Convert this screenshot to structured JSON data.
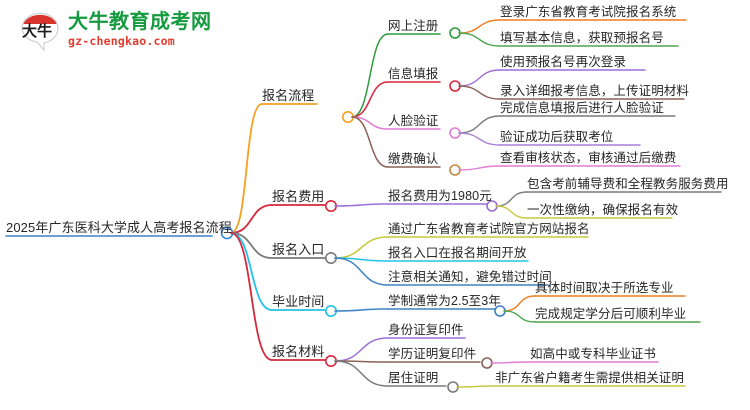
{
  "brand": {
    "badge_text": "大牛",
    "title": "大牛教育成考网",
    "subtitle": "gz-chengkao.com",
    "title_color": "#159B3F",
    "subtitle_color": "#E23B2E",
    "badge_color": "#D9342B"
  },
  "mindmap": {
    "root": {
      "label": "2025年广东医科大学成人高考报名流程",
      "node_color": "#2E86D8"
    },
    "branches": [
      {
        "label": "报名流程",
        "color": "#F5A01E",
        "node_color": "#F5A01E",
        "children": [
          {
            "label": "网上注册",
            "color": "#2E9B3E",
            "node_color": "#2E9B3E",
            "children": [
              {
                "label": "登录广东省教育考试院报名系统",
                "color": "#F07C1E"
              },
              {
                "label": "填写基本信息，获取预报名号",
                "color": "#4CA64C"
              }
            ]
          },
          {
            "label": "信息填报",
            "color": "#D6283C",
            "node_color": "#D6283C",
            "children": [
              {
                "label": "使用预报名号再次登录",
                "color": "#9B6FD6"
              },
              {
                "label": "录入详细报考信息，上传证明材料",
                "color": "#8C6257"
              }
            ]
          },
          {
            "label": "人脸验证",
            "color": "#E07BD6",
            "node_color": "#E07BD6",
            "children": [
              {
                "label": "完成信息填报后进行人脸验证",
                "color": "#7A7A7A"
              },
              {
                "label": "验证成功后获取考位",
                "color": "#A97FD6"
              }
            ]
          },
          {
            "label": "缴费确认",
            "color": "#8C6257",
            "node_color": "#C08A3E",
            "children": [
              {
                "label": "查看审核状态，审核通过后缴费",
                "color": "#E07BD6"
              }
            ]
          }
        ]
      },
      {
        "label": "报名费用",
        "color": "#D6283C",
        "node_color": "#D6283C",
        "children": [
          {
            "label": "报名费用为1980元",
            "color": "#9B6FD6",
            "node_color": "#9B6FD6",
            "children": [
              {
                "label": "包含考前辅导费和全程教务服务费用",
                "color": "#7A7A7A"
              },
              {
                "label": "一次性缴纳，确保报名有效",
                "color": "#C8C83C"
              }
            ]
          }
        ]
      },
      {
        "label": "报名入口",
        "color": "#7A7A7A",
        "node_color": "#7A7A7A",
        "children": [
          {
            "label": "通过广东省教育考试院官方网站报名",
            "color": "#C8C83C"
          },
          {
            "label": "报名入口在报名期间开放",
            "color": "#22C3E6"
          },
          {
            "label": "注意相关通知，避免错过时间",
            "color": "#3E82C4"
          }
        ]
      },
      {
        "label": "毕业时间",
        "color": "#22C3E6",
        "node_color": "#22C3E6",
        "children": [
          {
            "label": "学制通常为2.5至3年",
            "color": "#3E82C4",
            "node_color": "#3E82C4",
            "children": [
              {
                "label": "具体时间取决于所选专业",
                "color": "#F07C1E"
              },
              {
                "label": "完成规定学分后可顺利毕业",
                "color": "#4CA64C"
              }
            ]
          }
        ]
      },
      {
        "label": "报名材料",
        "color": "#D6283C",
        "node_color": "#D6283C",
        "children": [
          {
            "label": "身份证复印件",
            "color": "#9B6FD6"
          },
          {
            "label": "学历证明复印件",
            "color": "#8C6257",
            "node_color": "#8C6257",
            "children": [
              {
                "label": "如高中或专科毕业证书",
                "color": "#E07BD6"
              }
            ]
          },
          {
            "label": "居住证明",
            "color": "#7A7A7A",
            "node_color": "#7A7A7A",
            "children": [
              {
                "label": "非广东省户籍考生需提供相关证明",
                "color": "#C8C83C"
              }
            ]
          }
        ]
      }
    ]
  }
}
